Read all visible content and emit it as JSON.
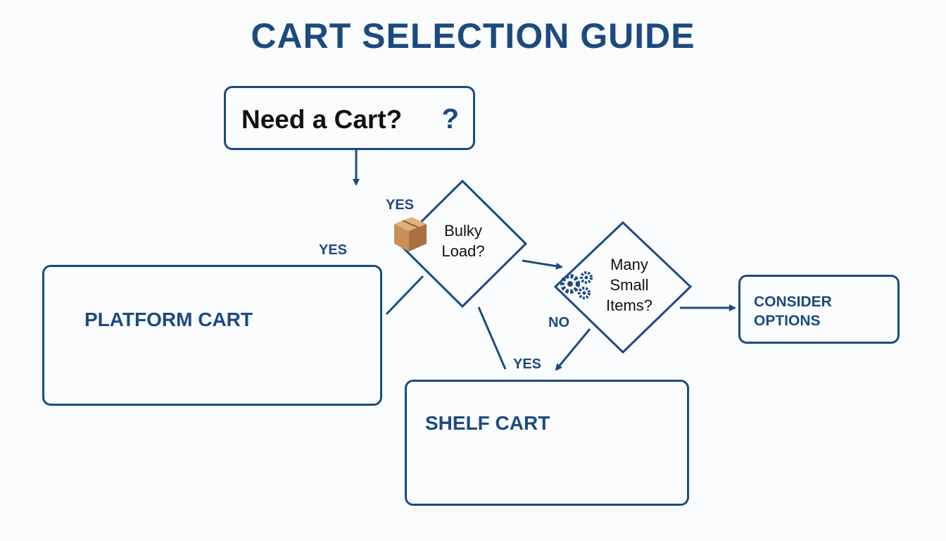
{
  "title": "CART SELECTION GUIDE",
  "start": {
    "text": "Need a Cart?",
    "icon_glyph": "?",
    "icon": "question-mark-icon"
  },
  "decisions": {
    "bulky": {
      "line1": "Bulky",
      "line2": "Load?",
      "icon": "box-icon"
    },
    "many_small": {
      "line1": "Many",
      "line2": "Small",
      "line3": "Items?",
      "icon": "gears-icon"
    }
  },
  "outcomes": {
    "platform": {
      "label": "PLATFORM CART",
      "icon": "platform-cart-icon"
    },
    "shelf": {
      "label": "SHELF CART",
      "icon": "shelf-cart-icon"
    },
    "consider": {
      "line1": "CONSIDER",
      "line2": "OPTIONS",
      "icon": "magnifier-icon"
    }
  },
  "edge_labels": {
    "yes_top": "YES",
    "yes_platform": "YES",
    "no": "NO",
    "yes_shelf": "YES"
  },
  "colors": {
    "accent": "#1c4a80",
    "text": "#111111",
    "cart_gray": "#c8ccd2",
    "box_brown": "#c8915a",
    "background": "#fbfcfd"
  }
}
